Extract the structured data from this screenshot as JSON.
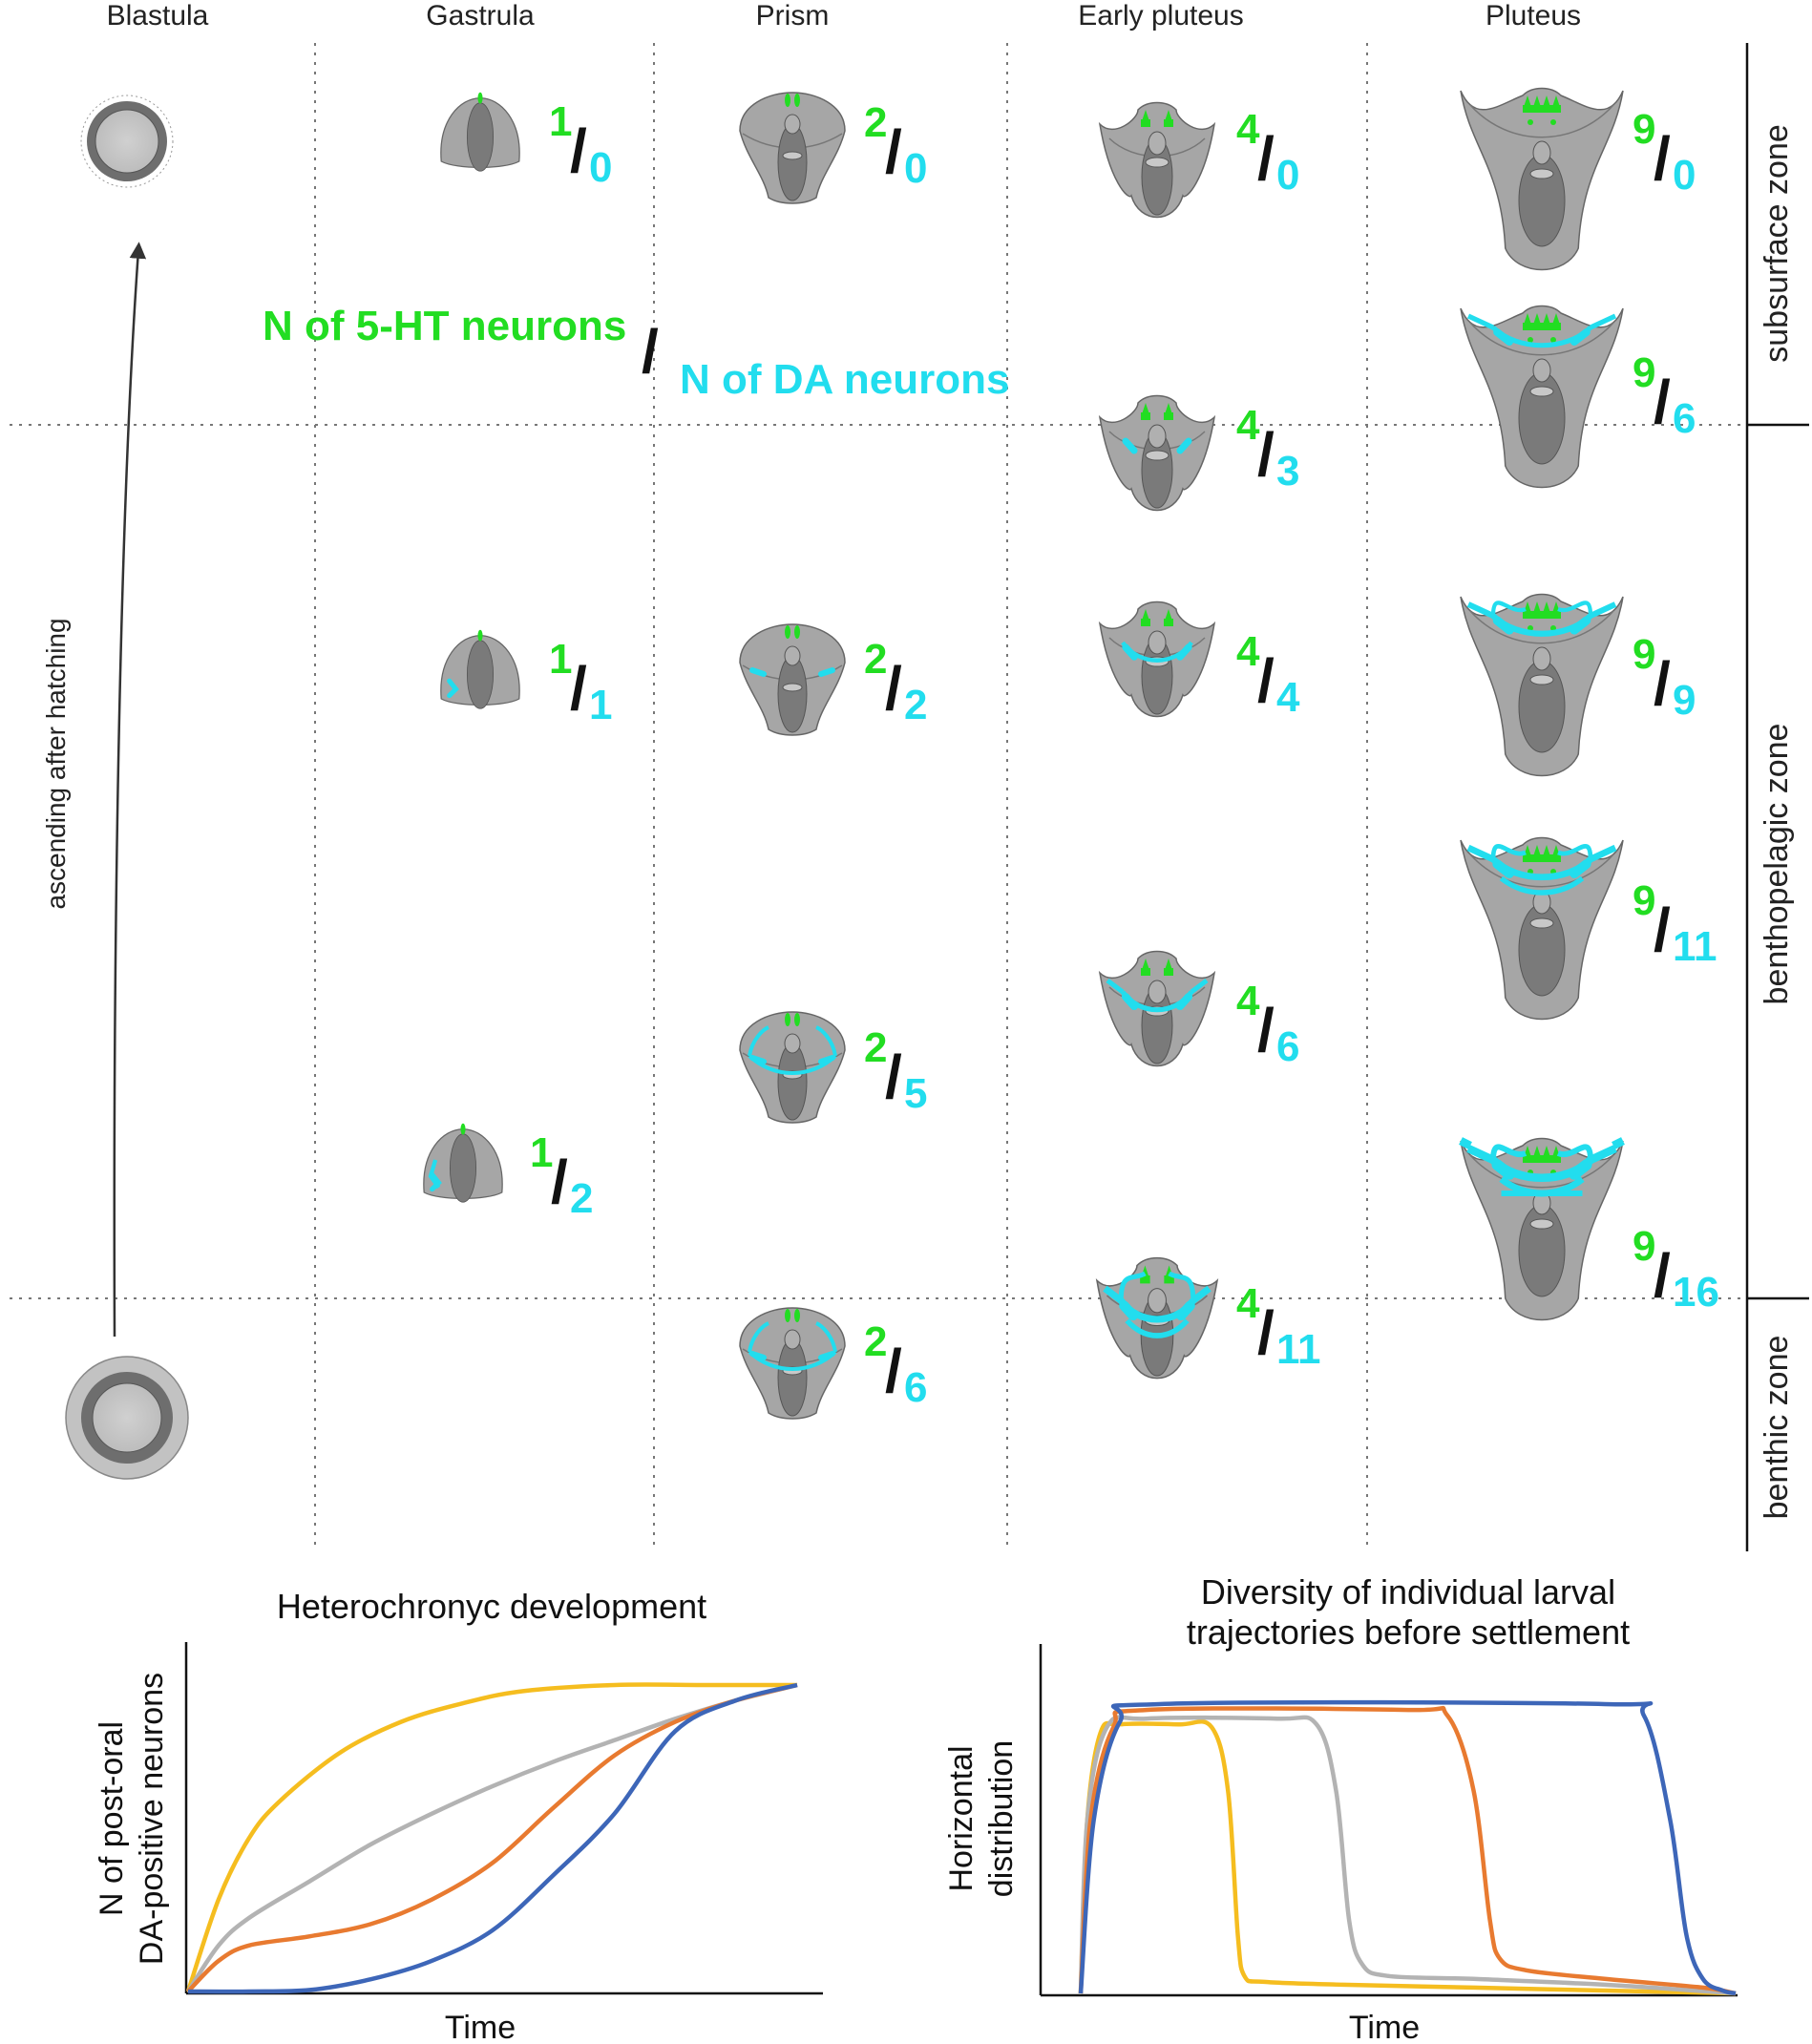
{
  "stages": [
    "Blastula",
    "Gastrula",
    "Prism",
    "Early pluteus",
    "Pluteus"
  ],
  "zones": [
    "subsurface zone",
    "benthopelagic zone",
    "benthic zone"
  ],
  "ascending_label": "ascending after hatching",
  "legend": {
    "serotonin": "N of 5-HT neurons",
    "dopamine": "N of DA neurons"
  },
  "colors": {
    "serotonin": "#22dd22",
    "dopamine": "#22ddee",
    "body": "#a6a6a6",
    "gut": "#7a7a7a"
  },
  "larvae": [
    {
      "stage": "Gastrula",
      "zone": "subsurface zone",
      "ht": "1",
      "da": "0"
    },
    {
      "stage": "Gastrula",
      "zone": "benthopelagic zone",
      "ht": "1",
      "da": "1"
    },
    {
      "stage": "Gastrula",
      "zone": "benthopelagic zone",
      "ht": "1",
      "da": "2"
    },
    {
      "stage": "Prism",
      "zone": "subsurface zone",
      "ht": "2",
      "da": "0"
    },
    {
      "stage": "Prism",
      "zone": "benthopelagic zone",
      "ht": "2",
      "da": "2"
    },
    {
      "stage": "Prism",
      "zone": "benthopelagic zone",
      "ht": "2",
      "da": "5"
    },
    {
      "stage": "Prism",
      "zone": "benthic zone",
      "ht": "2",
      "da": "6"
    },
    {
      "stage": "Early pluteus",
      "zone": "subsurface zone",
      "ht": "4",
      "da": "0"
    },
    {
      "stage": "Early pluteus",
      "zone": "benthopelagic zone",
      "ht": "4",
      "da": "3"
    },
    {
      "stage": "Early pluteus",
      "zone": "benthopelagic zone",
      "ht": "4",
      "da": "4"
    },
    {
      "stage": "Early pluteus",
      "zone": "benthopelagic zone",
      "ht": "4",
      "da": "6"
    },
    {
      "stage": "Early pluteus",
      "zone": "benthic zone",
      "ht": "4",
      "da": "11"
    },
    {
      "stage": "Pluteus",
      "zone": "subsurface zone",
      "ht": "9",
      "da": "0"
    },
    {
      "stage": "Pluteus",
      "zone": "subsurface zone",
      "ht": "9",
      "da": "6"
    },
    {
      "stage": "Pluteus",
      "zone": "benthopelagic zone",
      "ht": "9",
      "da": "9"
    },
    {
      "stage": "Pluteus",
      "zone": "benthopelagic zone",
      "ht": "9",
      "da": "11"
    },
    {
      "stage": "Pluteus",
      "zone": "benthopelagic zone",
      "ht": "9",
      "da": "16"
    }
  ],
  "chart_data": [
    {
      "type": "line",
      "title": "Heterochronyc development",
      "xlabel": "Time",
      "ylabel": "N of post-oral DA-positive neurons",
      "ylabel_lines": [
        "N of post-oral",
        "DA-positive neurons"
      ],
      "xlim": [
        0,
        1
      ],
      "ylim": [
        0,
        1
      ],
      "series": [
        {
          "color": "#f5bd1f",
          "x": [
            0,
            0.05,
            0.1,
            0.15,
            0.25,
            0.35,
            0.45,
            0.55,
            0.7,
            0.85,
            1.0
          ],
          "y": [
            0,
            0.3,
            0.5,
            0.62,
            0.78,
            0.88,
            0.94,
            0.98,
            1.0,
            1.0,
            1.0
          ]
        },
        {
          "color": "#b3b3b3",
          "x": [
            0,
            0.05,
            0.1,
            0.2,
            0.3,
            0.4,
            0.5,
            0.6,
            0.7,
            0.8,
            0.9,
            1.0
          ],
          "y": [
            0,
            0.15,
            0.24,
            0.36,
            0.48,
            0.58,
            0.67,
            0.75,
            0.82,
            0.89,
            0.95,
            1.0
          ]
        },
        {
          "color": "#e87a30",
          "x": [
            0,
            0.05,
            0.1,
            0.2,
            0.3,
            0.4,
            0.5,
            0.6,
            0.7,
            0.8,
            0.9,
            1.0
          ],
          "y": [
            0,
            0.1,
            0.15,
            0.18,
            0.22,
            0.3,
            0.42,
            0.6,
            0.77,
            0.88,
            0.95,
            1.0
          ]
        },
        {
          "color": "#3d66b8",
          "x": [
            0,
            0.1,
            0.2,
            0.3,
            0.4,
            0.5,
            0.6,
            0.7,
            0.8,
            0.9,
            1.0
          ],
          "y": [
            0,
            0,
            0.005,
            0.04,
            0.1,
            0.2,
            0.38,
            0.58,
            0.85,
            0.95,
            1.0
          ]
        }
      ]
    },
    {
      "type": "line",
      "title": "Diversity of individual larval trajectories before settlement",
      "title_lines": [
        "Diversity of individual larval",
        "trajectories before settlement"
      ],
      "xlabel": "Time",
      "ylabel": "Horizontal distribution",
      "ylabel_lines": [
        "Horizontal",
        "distribution"
      ],
      "xlim": [
        0,
        1
      ],
      "ylim": [
        0,
        1
      ],
      "series": [
        {
          "color": "#f5bd1f",
          "x": [
            0,
            0.01,
            0.03,
            0.06,
            0.15,
            0.2,
            0.225,
            0.24,
            0.25,
            0.28,
            0.4,
            0.6,
            0.8,
            1.0
          ],
          "y": [
            0,
            0.6,
            0.9,
            0.93,
            0.93,
            0.92,
            0.7,
            0.2,
            0.06,
            0.04,
            0.03,
            0.02,
            0.01,
            0
          ]
        },
        {
          "color": "#b3b3b3",
          "x": [
            0,
            0.01,
            0.04,
            0.1,
            0.3,
            0.36,
            0.39,
            0.41,
            0.43,
            0.47,
            0.6,
            0.8,
            1.0
          ],
          "y": [
            0,
            0.6,
            0.92,
            0.95,
            0.95,
            0.93,
            0.7,
            0.25,
            0.1,
            0.06,
            0.05,
            0.03,
            0
          ]
        },
        {
          "color": "#e87a30",
          "x": [
            0,
            0.015,
            0.05,
            0.1,
            0.5,
            0.56,
            0.6,
            0.625,
            0.64,
            0.68,
            0.8,
            0.95,
            1.0
          ],
          "y": [
            0,
            0.6,
            0.92,
            0.98,
            0.98,
            0.96,
            0.7,
            0.25,
            0.12,
            0.08,
            0.05,
            0.02,
            0
          ]
        },
        {
          "color": "#3d66b8",
          "x": [
            0,
            0.02,
            0.06,
            0.12,
            0.8,
            0.86,
            0.9,
            0.925,
            0.95,
            0.98,
            1.0
          ],
          "y": [
            0,
            0.6,
            0.94,
            1.0,
            1.0,
            0.96,
            0.6,
            0.2,
            0.05,
            0.01,
            0
          ]
        }
      ]
    }
  ]
}
